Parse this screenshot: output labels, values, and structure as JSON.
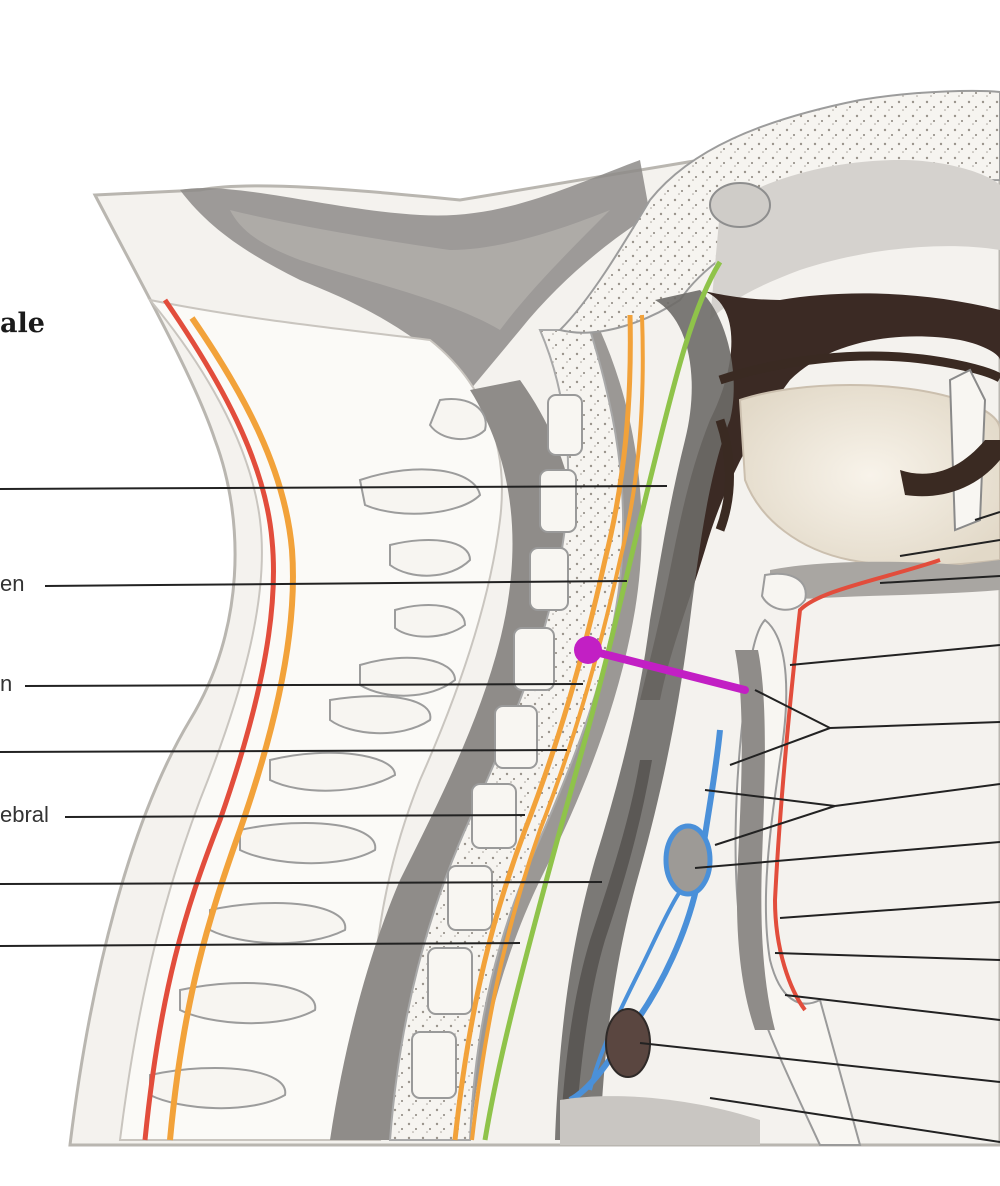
{
  "title_fragment": "ale",
  "labels_left": [
    "en",
    "n",
    "ebral"
  ],
  "colors": {
    "fascia_superficial_red": "#e24d3c",
    "fascia_orange": "#f2a23a",
    "fascia_green": "#8fc34a",
    "vein_blue": "#4a90d9",
    "marker_magenta": "#c21fc4",
    "bone_grey": "#a9a9a9",
    "leader_black": "#222222"
  },
  "icons": [
    "marker-dot-icon"
  ]
}
